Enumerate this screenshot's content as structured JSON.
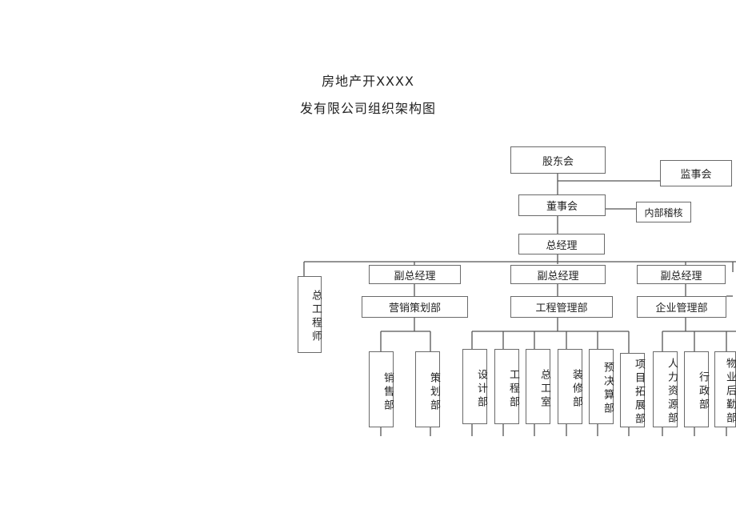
{
  "title": {
    "line1": "房地产开XXXX",
    "line2": "发有限公司组织架构图"
  },
  "org": {
    "shareholders": "股东会",
    "supervisors": "监事会",
    "board": "董事会",
    "internal_audit": "内部稽核",
    "gm": "总经理",
    "chief_engineer": "总工程师",
    "vp1": "副总经理",
    "vp2": "副总经理",
    "vp3": "副总经理",
    "dept_marketing": "营销策划部",
    "dept_engineering": "工程管理部",
    "dept_enterprise": "企业管理部",
    "sub_sales": "销售部",
    "sub_planning": "策划部",
    "sub_design": "设计部",
    "sub_eng": "工程部",
    "sub_chief_office": "总工室",
    "sub_decoration": "装修部",
    "sub_budget": "预决算部",
    "sub_project_dev": "项目拓展部",
    "sub_hr": "人力资源部",
    "sub_admin": "行政部",
    "sub_property": "物业后勤部"
  }
}
